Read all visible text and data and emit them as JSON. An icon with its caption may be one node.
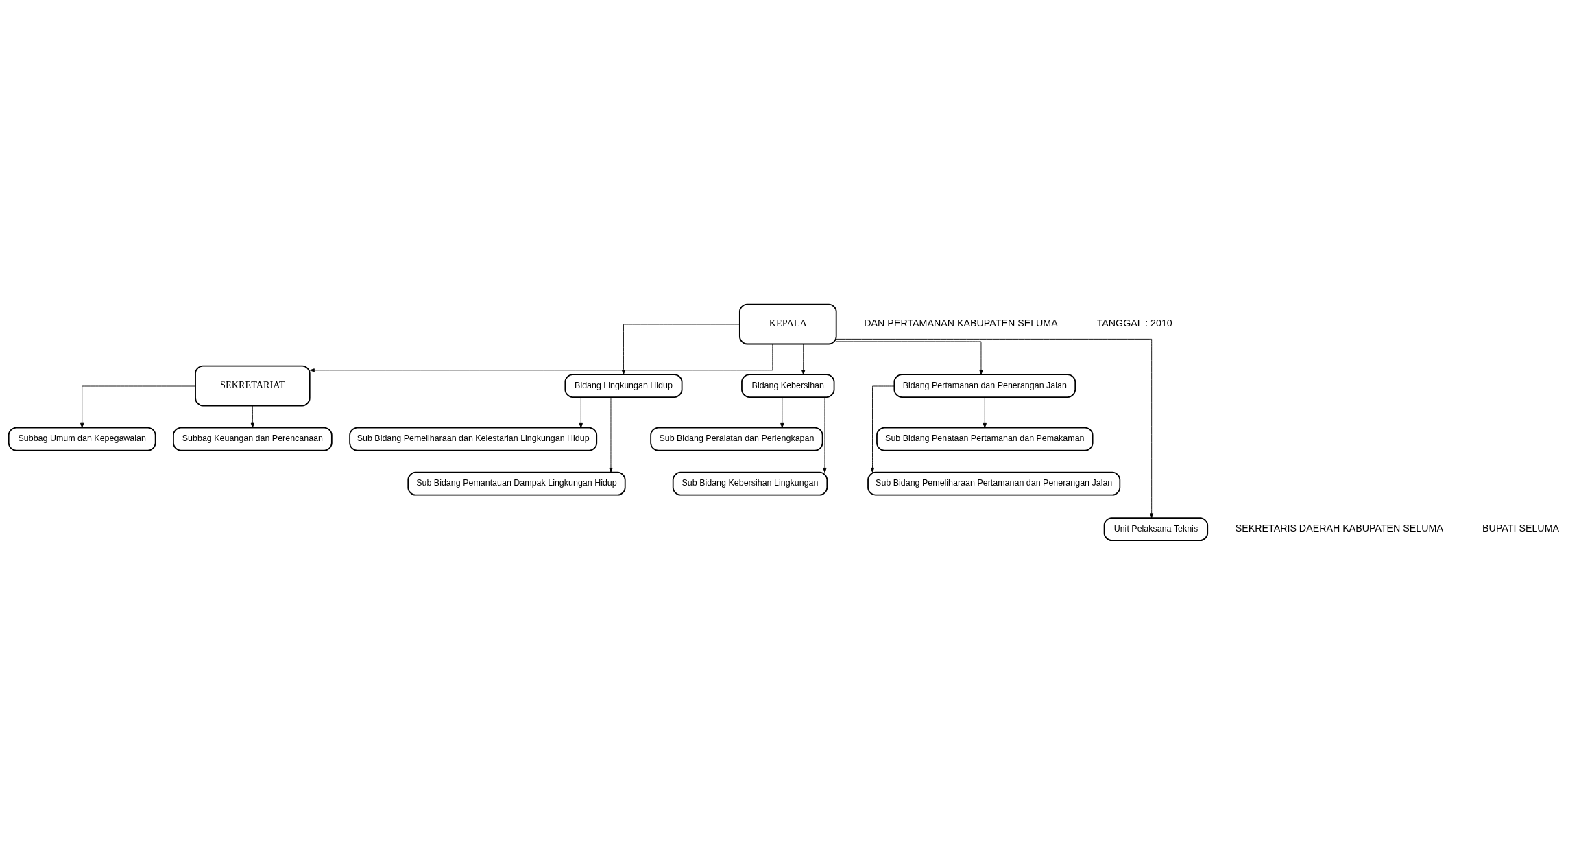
{
  "diagram": {
    "nodes": [
      {
        "text": [
          "KEPALA"
        ]
      },
      {
        "text": [
          "SEKRETARIAT"
        ]
      },
      {
        "text": [
          "Subbag Umum dan Kepegawaian"
        ]
      },
      {
        "text": [
          "Subbag Keuangan dan Perencanaan"
        ]
      },
      {
        "text": [
          "Bidang Lingkungan Hidup"
        ]
      },
      {
        "text": [
          "Sub Bidang Pemeliharaan dan Kelestarian Lingkungan Hidup"
        ]
      },
      {
        "text": [
          "Sub Bidang Pemantauan Dampak Lingkungan Hidup"
        ]
      },
      {
        "text": [
          "Bidang Kebersihan"
        ]
      },
      {
        "text": [
          "Sub Bidang Peralatan dan Perlengkapan"
        ]
      },
      {
        "text": [
          "Sub Bidang Kebersihan Lingkungan"
        ]
      },
      {
        "text": [
          "Bidang Pertamanan dan Penerangan Jalan"
        ]
      },
      {
        "text": [
          "Sub Bidang Penataan Pertamanan dan Pemakaman"
        ]
      },
      {
        "text": [
          "Sub Bidang Pemeliharaan Pertamanan dan Penerangan Jalan"
        ]
      },
      {
        "text": [
          "Unit Pelaksana Teknis"
        ]
      }
    ],
    "edges": [
      {
        "from": 0,
        "to": 1,
        "arrow": "to"
      },
      {
        "from": 1,
        "to": 2,
        "arrow": "to"
      },
      {
        "from": 1,
        "to": 3,
        "arrow": "to"
      },
      {
        "from": 0,
        "to": 4,
        "arrow": "to"
      },
      {
        "from": 0,
        "to": 7,
        "arrow": "to"
      },
      {
        "from": 0,
        "to": 10,
        "arrow": "to"
      },
      {
        "from": 0,
        "to": 13,
        "arrow": "to"
      },
      {
        "from": 4,
        "to": 5,
        "arrow": "to"
      },
      {
        "from": 4,
        "to": 6,
        "arrow": "to"
      },
      {
        "from": 7,
        "to": 8,
        "arrow": "to"
      },
      {
        "from": 7,
        "to": 9,
        "arrow": "to"
      },
      {
        "from": 10,
        "to": 11,
        "arrow": "to"
      },
      {
        "from": 10,
        "to": 12,
        "arrow": "to"
      }
    ],
    "labels": [
      "DAN PERTAMANAN KABUPATEN SELUMA",
      "TANGGAL : 2010",
      "SEKRETARIS DAERAH KABUPATEN SELUMA",
      "BUPATI SELUMA"
    ]
  }
}
